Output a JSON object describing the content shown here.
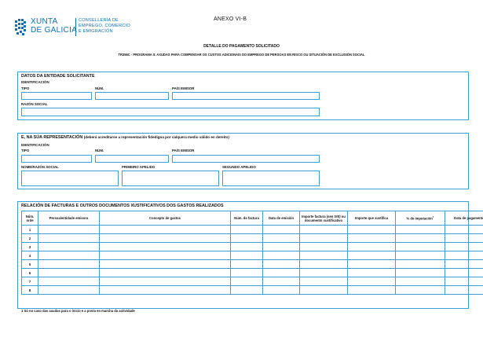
{
  "header": {
    "logo_line1": "XUNTA",
    "logo_line2": "DE GALICIA",
    "department_lines": [
      "CONSELLERÍA DE",
      "EMPREGO, COMERCIO",
      "E EMIGRACIÓN"
    ],
    "annex": "ANEXO VI-B",
    "title": "DETALLE DO PAGAMENTO SOLICITADO",
    "subtitle": "TR356C - PROGRAMA II: AXUDAS PARA COMPENSAR OS CUSTOS ADICIONAIS DO EMPREGO DE PERSOAS EN RISCO OU SITUACIÓN DE EXCLUSIÓN SOCIAL",
    "brand_color": "#0a6fb3"
  },
  "entity": {
    "title": "DATOS DA ENTIDADE SOLICITANTE",
    "identification": "IDENTIFICACIÓN",
    "type": "TIPO",
    "number": "NÚM.",
    "issuing_country": "PAÍS EMISOR",
    "company_name": "RAZÓN SOCIAL"
  },
  "representative": {
    "title": "E, NA SÚA REPRESENTACIÓN",
    "note": "(deberá acreditarse a representación fidedigna por calquera medio válido en dereito)",
    "identification": "IDENTIFICACIÓN",
    "type": "TIPO",
    "number": "NÚM.",
    "issuing_country": "PAÍS EMISOR",
    "name": "NOME/RAZÓN SOCIAL",
    "first_surname": "PRIMEIRO APELIDO",
    "second_surname": "SEGUNDO APELIDO"
  },
  "invoices": {
    "title": "RELACIÓN DE FACTURAS E OUTROS DOCUMENTOS XUSTIFICATIVOS DOS GASTOS REALIZADOS",
    "columns": [
      "Núm. orde",
      "Persoa/entidade emisora",
      "Concepto de gastos",
      "Núm. de factura",
      "Data de emisión",
      "Importe factura (sen IVE) ou documento xustificativo",
      "Importe que xustifica",
      "% de imputación",
      "Data de pagamento"
    ],
    "imputation_mark": "1",
    "rows": [
      "1",
      "2",
      "3",
      "4",
      "5",
      "6",
      "7",
      "8"
    ],
    "footnote": "1 Só no caso das axudas para o inicio e a posta en marcha da actividade"
  },
  "colors": {
    "border": "#3d9ed8"
  }
}
